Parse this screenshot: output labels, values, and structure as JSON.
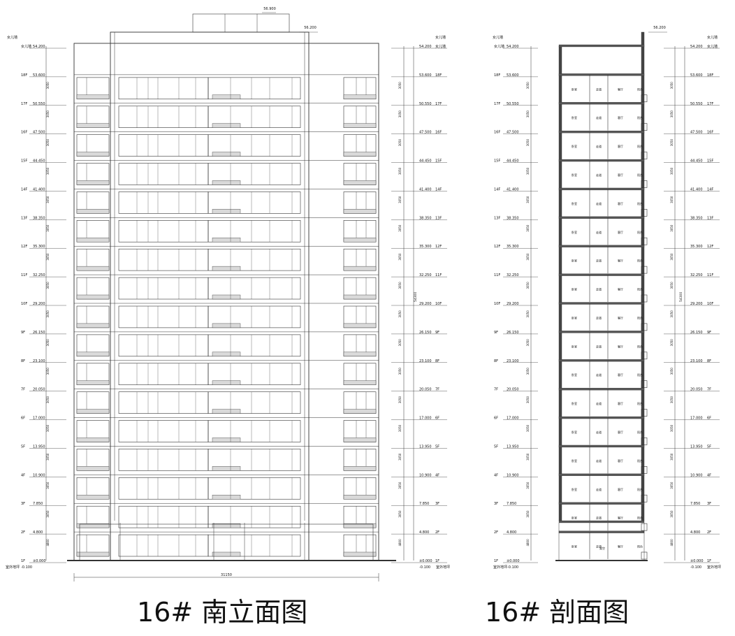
{
  "elevation": {
    "caption": "16# 南立面图",
    "top_elev": "56.900",
    "roof_elev": "56.200",
    "total_height": "54300",
    "width_dim": "31150",
    "ground_level_label": "室外地坪",
    "ground_level_elev": "-0.100",
    "top_left_label": "女儿墙"
  },
  "section": {
    "caption": "16# 剖面图",
    "roof_elev": "56.200",
    "total_height": "54300",
    "ground_level_label": "室外地坪",
    "ground_level_elev": "-0.100",
    "top_left_label": "女儿墙",
    "room_labels": [
      "卧室",
      "走道",
      "客厅",
      "阳台"
    ],
    "ground_room_label": "架空"
  },
  "levels": [
    {
      "floor": "女儿墙",
      "elev": "54.200"
    },
    {
      "floor": "18F",
      "elev": "53.600"
    },
    {
      "floor": "17F",
      "elev": "50.550"
    },
    {
      "floor": "16F",
      "elev": "47.500"
    },
    {
      "floor": "15F",
      "elev": "44.450"
    },
    {
      "floor": "14F",
      "elev": "41.400"
    },
    {
      "floor": "13F",
      "elev": "38.350"
    },
    {
      "floor": "12F",
      "elev": "35.300"
    },
    {
      "floor": "11F",
      "elev": "32.250"
    },
    {
      "floor": "10F",
      "elev": "29.200"
    },
    {
      "floor": "9F",
      "elev": "26.150"
    },
    {
      "floor": "8F",
      "elev": "23.100"
    },
    {
      "floor": "7F",
      "elev": "20.050"
    },
    {
      "floor": "6F",
      "elev": "17.000"
    },
    {
      "floor": "5F",
      "elev": "13.950"
    },
    {
      "floor": "4F",
      "elev": "10.900"
    },
    {
      "floor": "3F",
      "elev": "7.850"
    },
    {
      "floor": "2F",
      "elev": "4.800"
    },
    {
      "floor": "1F",
      "elev": "±0.000"
    }
  ],
  "floor_heights": [
    "3050",
    "3050",
    "3050",
    "3050",
    "3050",
    "3050",
    "3050",
    "3050",
    "3050",
    "3050",
    "3050",
    "3050",
    "3050",
    "3050",
    "3050",
    "3050",
    "4800"
  ],
  "colors": {
    "line": "#333333",
    "fill_light": "#d9d9d9",
    "text": "#111111"
  }
}
